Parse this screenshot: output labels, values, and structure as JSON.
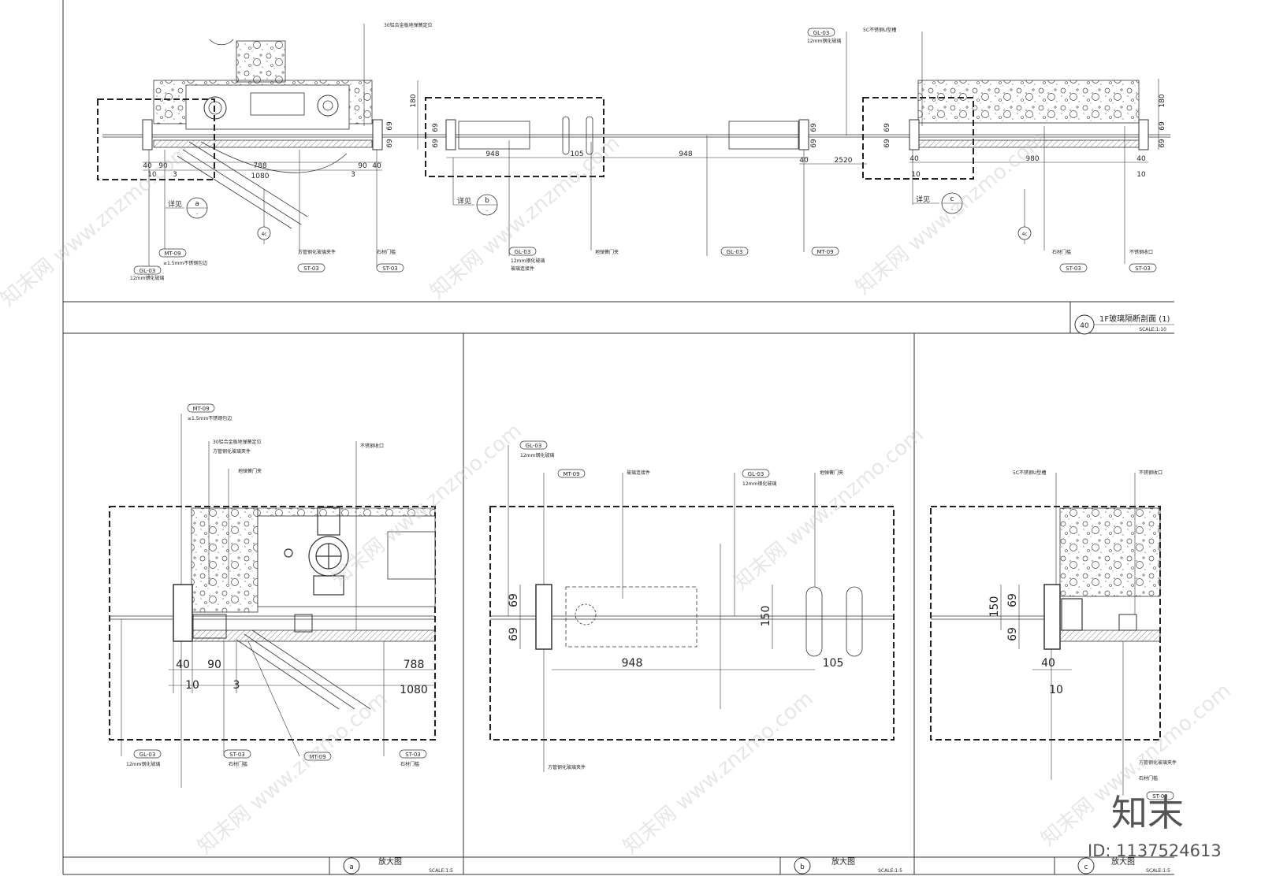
{
  "title": {
    "number": "40",
    "main": "1F玻璃隔断剖面 (1)",
    "scale": "SCALE:1:10"
  },
  "details": [
    {
      "id": "a",
      "caption": "详见",
      "title": "放大图",
      "scale": "SCALE:1:5",
      "main_tag": "-"
    },
    {
      "id": "b",
      "caption": "详见",
      "title": "放大图",
      "scale": "SCALE:1:5",
      "main_tag": "-"
    },
    {
      "id": "c",
      "caption": "详见",
      "title": "放大图",
      "scale": "SCALE:1:5",
      "main_tag": "-"
    }
  ],
  "section_marks": [
    "4c",
    "4c"
  ],
  "top_dims": {
    "left": [
      "40",
      "90",
      "10",
      "3",
      "788",
      "1080",
      "3",
      "90",
      "40"
    ],
    "heights": [
      "180",
      "69",
      "69"
    ],
    "center": [
      "69",
      "69",
      "948",
      "105",
      "948",
      "69",
      "69",
      "2520",
      "40"
    ],
    "right": [
      "69",
      "69",
      "40",
      "10",
      "980",
      "40",
      "10",
      "180",
      "69",
      "69"
    ]
  },
  "detail_a_dims": [
    "40",
    "90",
    "10",
    "3",
    "788",
    "1080"
  ],
  "detail_b_dims": [
    "69",
    "69",
    "150",
    "948",
    "105"
  ],
  "detail_c_dims": [
    "150",
    "69",
    "69",
    "40",
    "10"
  ],
  "material_tags": {
    "gl": "GL-03",
    "mt": "MT-09",
    "st": "ST-03"
  },
  "notes": {
    "top_left_1": "30铝合金板地弹簧定位",
    "top_left_2": "12mm钢化玻璃",
    "top_left_3": "≥1.5mm不锈钢包边",
    "top_left_4": "方管钢化玻璃夹件",
    "top_left_5": "石材门槛",
    "top_center_1": "12mm钢化玻璃",
    "top_center_2": "玻璃连接件",
    "top_center_3": "地弹簧门夹",
    "top_right_1": "12mm钢化玻璃",
    "top_right_2": "5C不锈钢U型槽",
    "top_right_3": "不锈钢收口",
    "top_right_4": "石材门槛"
  },
  "brand": {
    "name": "知末",
    "id": "ID: 1137524613"
  },
  "watermark": "知末网 www.znzmo.com"
}
